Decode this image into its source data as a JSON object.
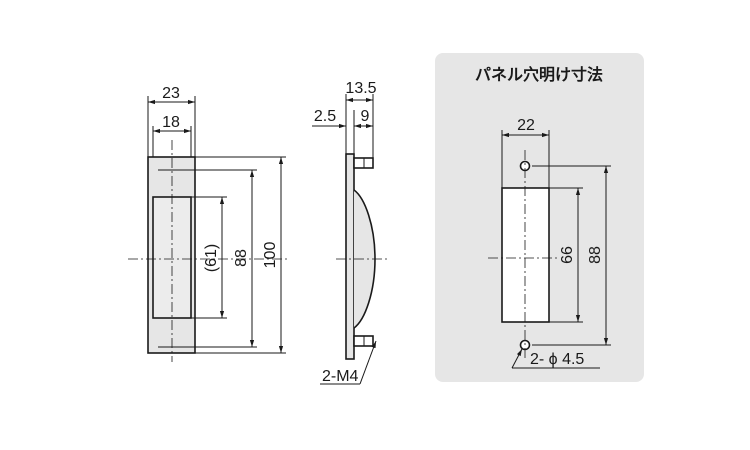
{
  "front_view": {
    "width_outer": "23",
    "width_inner": "18",
    "height_recess": "(61)",
    "height_mid": "88",
    "height_total": "100"
  },
  "side_view": {
    "depth_total": "13.5",
    "plate_thickness": "2.5",
    "stud_length": "9",
    "stud_callout": "2-M4"
  },
  "panel_cutout": {
    "title": "パネル穴明け寸法",
    "width": "22",
    "height_opening": "66",
    "hole_pitch": "88",
    "hole_callout": "2- ϕ 4.5"
  },
  "colors": {
    "line": "#1a1a1a",
    "body_fill": "#e6e6e6",
    "recess_fill": "#ececec",
    "panel_bg": "#e6e6e6",
    "cutout_fill": "#ffffff"
  }
}
